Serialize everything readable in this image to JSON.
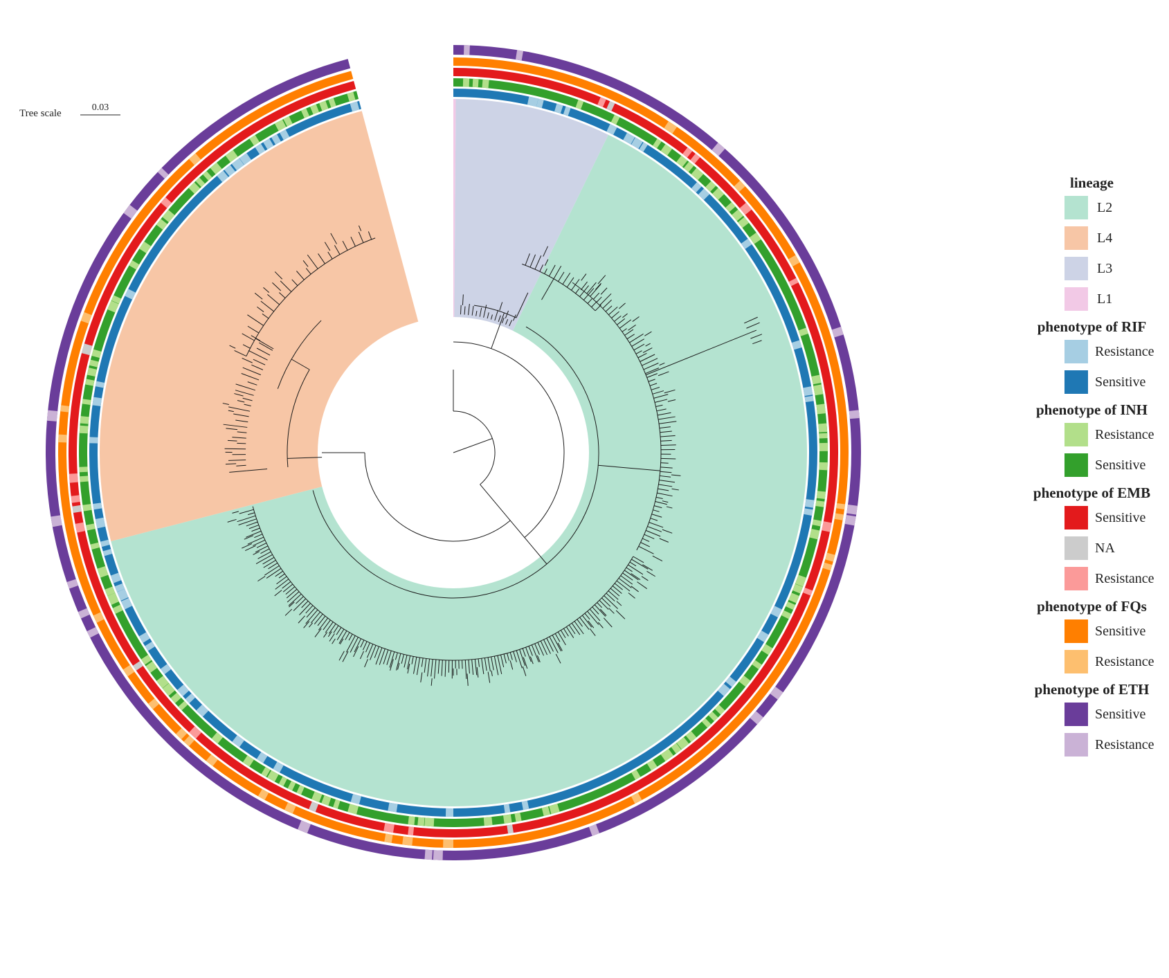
{
  "tree_scale": {
    "label": "Tree scale",
    "value": "0.03"
  },
  "colors": {
    "L1": "#f2c9e6",
    "L2": "#b4e3d0",
    "L3": "#cdd3e6",
    "L4": "#f7c6a6",
    "RIF_R": "#a6cee3",
    "RIF_S": "#1f78b4",
    "INH_R": "#b2df8a",
    "INH_S": "#33a02c",
    "EMB_S": "#e31a1c",
    "EMB_NA": "#cccccc",
    "EMB_R": "#fb9a99",
    "FQ_S": "#ff7f00",
    "FQ_R": "#fdbf6f",
    "ETH_S": "#6a3d9a",
    "ETH_R": "#cab2d6",
    "branch": "#1a1a1a"
  },
  "clades": [
    {
      "name": "L1",
      "start": 0.0,
      "end": 0.4
    },
    {
      "name": "L3",
      "start": 0.4,
      "end": 26.0
    },
    {
      "name": "L2",
      "start": 26.0,
      "end": 255.5
    },
    {
      "name": "L4",
      "start": 255.5,
      "end": 345.0
    }
  ],
  "legend": [
    {
      "title": "lineage",
      "items": [
        {
          "label": "L2",
          "color": "#b4e3d0"
        },
        {
          "label": "L4",
          "color": "#f7c6a6"
        },
        {
          "label": "L3",
          "color": "#cdd3e6"
        },
        {
          "label": "L1",
          "color": "#f2c9e6"
        }
      ]
    },
    {
      "title": "phenotype of RIF",
      "items": [
        {
          "label": "Resistance",
          "color": "#a6cee3"
        },
        {
          "label": "Sensitive",
          "color": "#1f78b4"
        }
      ]
    },
    {
      "title": "phenotype of INH",
      "items": [
        {
          "label": "Resistance",
          "color": "#b2df8a"
        },
        {
          "label": "Sensitive",
          "color": "#33a02c"
        }
      ]
    },
    {
      "title": "phenotype of EMB",
      "items": [
        {
          "label": "Sensitive",
          "color": "#e31a1c"
        },
        {
          "label": "NA",
          "color": "#cccccc"
        },
        {
          "label": "Resistance",
          "color": "#fb9a99"
        }
      ]
    },
    {
      "title": "phenotype of FQs",
      "items": [
        {
          "label": "Sensitive",
          "color": "#ff7f00"
        },
        {
          "label": "Resistance",
          "color": "#fdbf6f"
        }
      ]
    },
    {
      "title": "phenotype of ETH",
      "items": [
        {
          "label": "Sensitive",
          "color": "#6a3d9a"
        },
        {
          "label": "Resistance",
          "color": "#cab2d6"
        }
      ]
    }
  ]
}
